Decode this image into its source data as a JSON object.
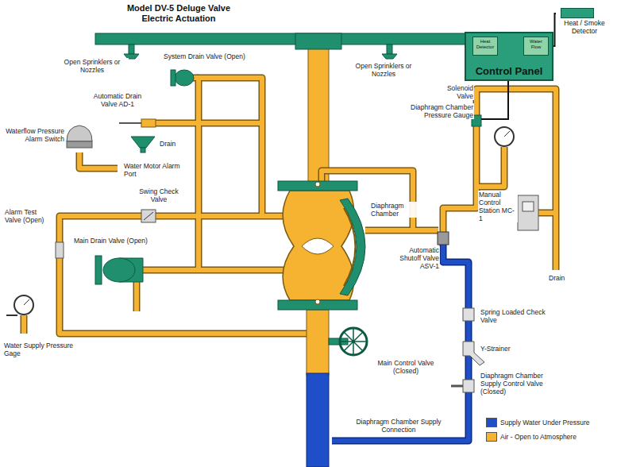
{
  "diagram": {
    "title": "Model DV-5 Deluge Valve Electric Actuation",
    "nodes": [
      {
        "text": [
          "Control Panel"
        ]
      },
      {
        "text": [
          "Heat Detector"
        ],
        "in": 0
      },
      {
        "text": [
          "Water Flow"
        ],
        "in": 0
      },
      {
        "text": [
          "Heat / Smoke Detector"
        ]
      }
    ],
    "edges": [
      {
        "from": 3,
        "to": 0,
        "arrow": "none"
      }
    ],
    "labels": [
      "Open Sprinklers or Nozzles",
      "System Drain Valve (Open)",
      "Open Sprinklers or Nozzles",
      "Automatic Drain Valve AD-1",
      "Drain",
      "Waterflow Pressure Alarm Switch",
      "Water Motor Alarm Port",
      "Swing Check Valve",
      "Alarm Test Valve (Open)",
      "Main Drain Valve (Open)",
      "Water Supply Pressure Gage",
      "Solenoid Valve",
      "Diaphragm Chamber Pressure Gauge",
      "Diaphragm Chamber",
      "Automatic Shutoff Valve ASV-1",
      "Spring Loaded Check Valve",
      "Y-Strainer",
      "Diaphragm Chamber Supply Control Valve (Closed)",
      "Main Control Valve (Closed)",
      "Diaphragm Chamber Supply Connection",
      "Manual Control Station MC-1",
      "Drain"
    ],
    "legend": [
      {
        "text": "Supply Water Under Pressure",
        "color": "#1f4fc8"
      },
      {
        "text": "Air - Open to Atmosphere",
        "color": "#f6b332"
      }
    ]
  }
}
